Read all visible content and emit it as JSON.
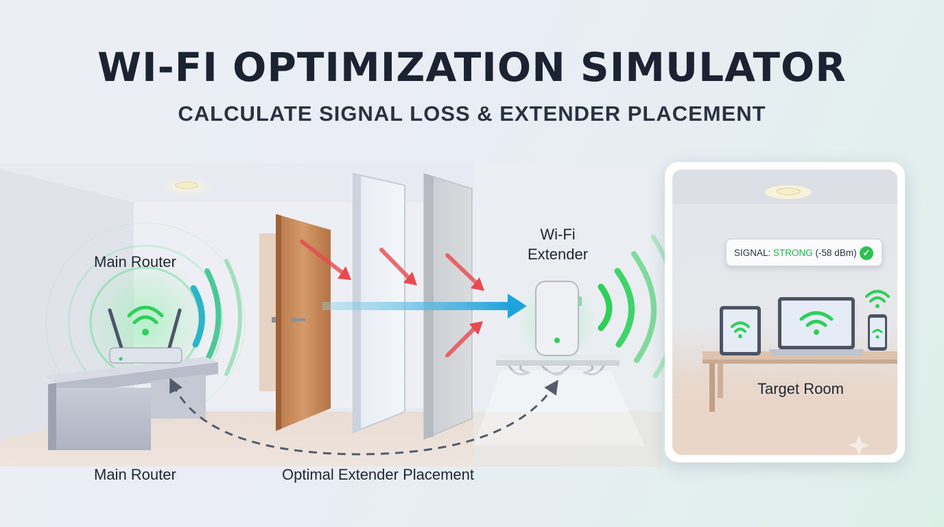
{
  "header": {
    "title": "WI-FI OPTIMIZATION SIMULATOR",
    "subtitle": "CALCULATE SIGNAL LOSS & EXTENDER PLACEMENT"
  },
  "labels": {
    "router_top": "Main Router",
    "router_bottom": "Main Router",
    "extender_line1": "Wi-Fi",
    "extender_line2": "Extender",
    "placement": "Optimal Extender Placement",
    "target_room": "Target Room"
  },
  "signal": {
    "prefix": "SIGNAL: ",
    "status": "STRONG",
    "value": " (-58 dBm)"
  },
  "colors": {
    "wifi_green": "#2fcf5a",
    "wifi_blue": "#2fa8d8",
    "interference_red": "#e94a4f",
    "signal_arrow": "#2aa9dc",
    "door_wood": "#c98a5a"
  },
  "icons": [
    "router-icon",
    "wifi-icon",
    "extender-icon",
    "tablet-icon",
    "laptop-icon",
    "phone-icon",
    "check-icon",
    "door-icon"
  ]
}
